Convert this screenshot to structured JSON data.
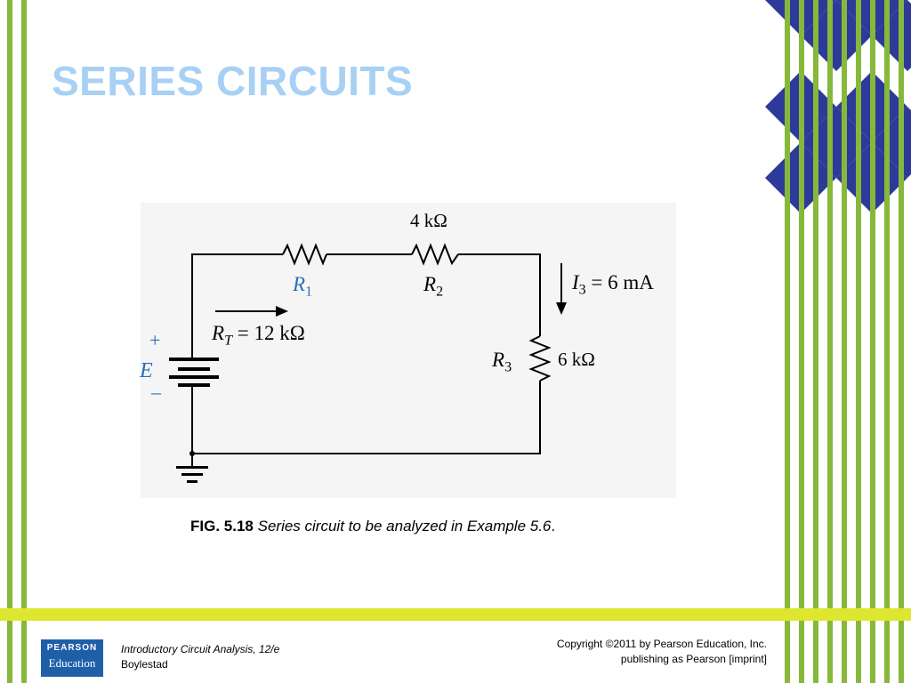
{
  "slide": {
    "title": "SERIES CIRCUITS"
  },
  "circuit": {
    "r1_label": "R",
    "r1_sub": "1",
    "r2_value": "4 kΩ",
    "r2_label": "R",
    "r2_sub": "2",
    "r3_label": "R",
    "r3_sub": "3",
    "r3_value": "6 kΩ",
    "rt_label": "R",
    "rt_sub": "T",
    "rt_value": " = 12 kΩ",
    "i3_label": "I",
    "i3_sub": "3",
    "i3_value": " = 6 mA",
    "source_label": "E",
    "plus": "+",
    "minus": "–"
  },
  "caption": {
    "fig_number": "FIG. 5.18",
    "text": "Series circuit to be analyzed in Example 5.6",
    "period": "."
  },
  "footer": {
    "logo_line1": "PEARSON",
    "logo_line2": "Education",
    "book_title": "Introductory Circuit Analysis, 12/e",
    "author": "Boylestad",
    "copyright_line1": "Copyright ©2011 by Pearson Education, Inc.",
    "copyright_line2": "publishing as Pearson [imprint]"
  },
  "colors": {
    "title": "#a8d0f4",
    "green_bars": "#86b83a",
    "diamonds": "#2e3a9a",
    "band": "#dfe630",
    "label_blue": "#2a6fb8"
  }
}
